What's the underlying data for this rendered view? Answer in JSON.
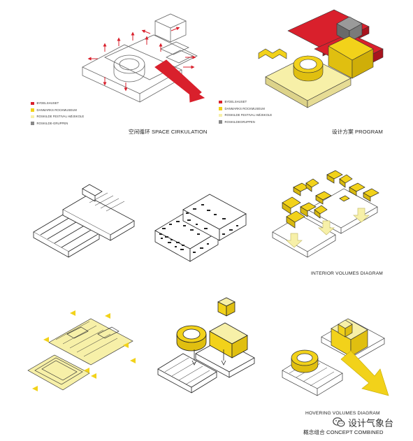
{
  "legend_left": [
    {
      "label": "BYDELSHUSET",
      "color": "#d9202c"
    },
    {
      "label": "DANMARKS ROCKMUSEUM",
      "color": "#f2d21a"
    },
    {
      "label": "ROSKILDE FESTIVAL HØJSKOLE",
      "color": "#f7f0a8"
    },
    {
      "label": "ROSKILDE-GRUPPEN",
      "color": "#888888"
    }
  ],
  "legend_right": [
    {
      "label": "BYDELSHUSET",
      "color": "#d9202c"
    },
    {
      "label": "DANMARKS ROCKMUSEUM",
      "color": "#f2d21a"
    },
    {
      "label": "ROSKILDE FESTIVAL HØJSKOLE",
      "color": "#f7f0a8"
    },
    {
      "label": "ROSKILDEGRUPPEN",
      "color": "#888888"
    }
  ],
  "captions": {
    "space": "空间循环 SPACE CIRKULATION",
    "program": "设计方案 PROGRAM",
    "interior": "INTERIOR VOLUMES DIAGRAM",
    "hovering": "HOVERING VOLUMES DIAGRAM",
    "concept": "概念组合 CONCEPT COMBINED"
  },
  "watermark": {
    "text": "设计气象台",
    "icon": "wechat-icon"
  },
  "colors": {
    "red": "#d9202c",
    "yellow": "#f2d21a",
    "pale": "#f7f0a8",
    "grey": "#888888",
    "line": "#333333"
  }
}
